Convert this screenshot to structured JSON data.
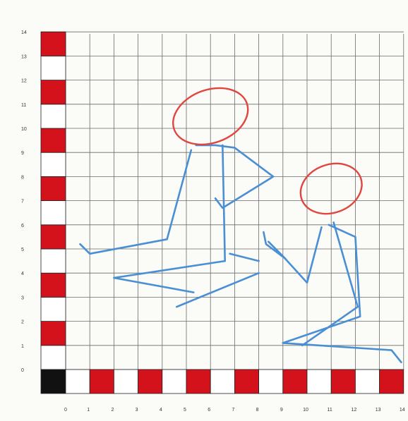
{
  "x_axis": {
    "ticks": [
      "0",
      "1",
      "2",
      "3",
      "4",
      "5",
      "6",
      "7",
      "8",
      "9",
      "10",
      "11",
      "12",
      "13",
      "14"
    ]
  },
  "y_axis": {
    "ticks": [
      "0",
      "1",
      "2",
      "3",
      "4",
      "5",
      "6",
      "7",
      "8",
      "9",
      "10",
      "11",
      "12",
      "13",
      "14"
    ]
  },
  "colors": {
    "paper": "#fbfbf7",
    "grid": "#6b6b6b",
    "red_square": "#d3121b",
    "black_square": "#111111",
    "figure_body": "#4a8fd4",
    "figure_head": "#e0463f"
  },
  "figures": [
    {
      "name": "seated-figure-left",
      "head_center": [
        6,
        10.5
      ],
      "head_radius": [
        1.6,
        1.1
      ],
      "strokes": [
        [
          [
            6.5,
            9.3
          ],
          [
            6.6,
            4.5
          ]
        ],
        [
          [
            5.4,
            9.3
          ],
          [
            6.2,
            9.3
          ],
          [
            7.0,
            9.2
          ],
          [
            8.6,
            8.0
          ],
          [
            6.5,
            6.7
          ],
          [
            6.2,
            7.1
          ]
        ],
        [
          [
            5.2,
            9.1
          ],
          [
            4.2,
            5.4
          ],
          [
            1.0,
            4.8
          ],
          [
            0.6,
            5.2
          ]
        ],
        [
          [
            6.6,
            4.5
          ],
          [
            2.0,
            3.8
          ],
          [
            5.3,
            3.2
          ]
        ],
        [
          [
            6.8,
            4.8
          ],
          [
            8.0,
            4.5
          ]
        ],
        [
          [
            8.0,
            4.0
          ],
          [
            4.6,
            2.6
          ]
        ]
      ]
    },
    {
      "name": "seated-figure-right",
      "head_center": [
        11.0,
        7.5
      ],
      "head_radius": [
        1.3,
        1.0
      ],
      "strokes": [
        [
          [
            11.1,
            6.1
          ],
          [
            12.1,
            2.6
          ],
          [
            9.8,
            1.0
          ]
        ],
        [
          [
            10.9,
            6.0
          ],
          [
            12.0,
            5.5
          ],
          [
            12.2,
            2.2
          ],
          [
            9.0,
            1.1
          ]
        ],
        [
          [
            10.6,
            5.9
          ],
          [
            10.0,
            3.6
          ],
          [
            9.0,
            4.7
          ],
          [
            8.4,
            5.3
          ]
        ],
        [
          [
            8.2,
            5.7
          ],
          [
            8.3,
            5.2
          ],
          [
            9.1,
            4.6
          ]
        ],
        [
          [
            9.0,
            1.1
          ],
          [
            13.5,
            0.8
          ],
          [
            13.9,
            0.3
          ]
        ]
      ]
    }
  ]
}
